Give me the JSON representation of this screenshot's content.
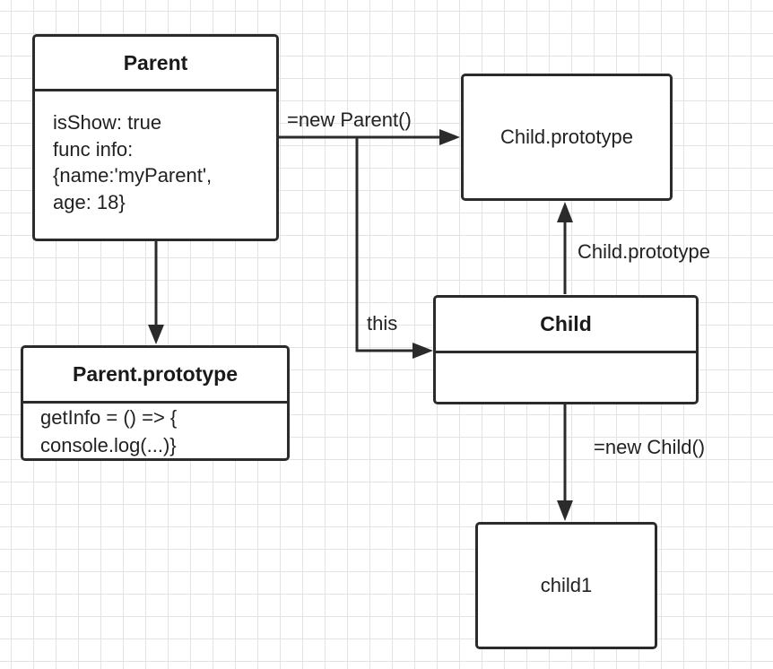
{
  "parent": {
    "title": "Parent",
    "body": "isShow: true\nfunc info:\n{name:'myParent',\nage: 18}"
  },
  "parent_prototype": {
    "title": "Parent.prototype",
    "body": "getInfo = () => {\nconsole.log(...)}"
  },
  "child_prototype": {
    "label": "Child.prototype"
  },
  "child": {
    "title": "Child",
    "body": ""
  },
  "child1": {
    "label": "child1"
  },
  "edges": {
    "new_parent": "=new Parent()",
    "this": "this",
    "child_prototype": "Child.prototype",
    "new_child": "=new Child()"
  },
  "colors": {
    "stroke": "#2b2b2b",
    "grid": "#e3e3e3",
    "background": "#ffffff"
  }
}
